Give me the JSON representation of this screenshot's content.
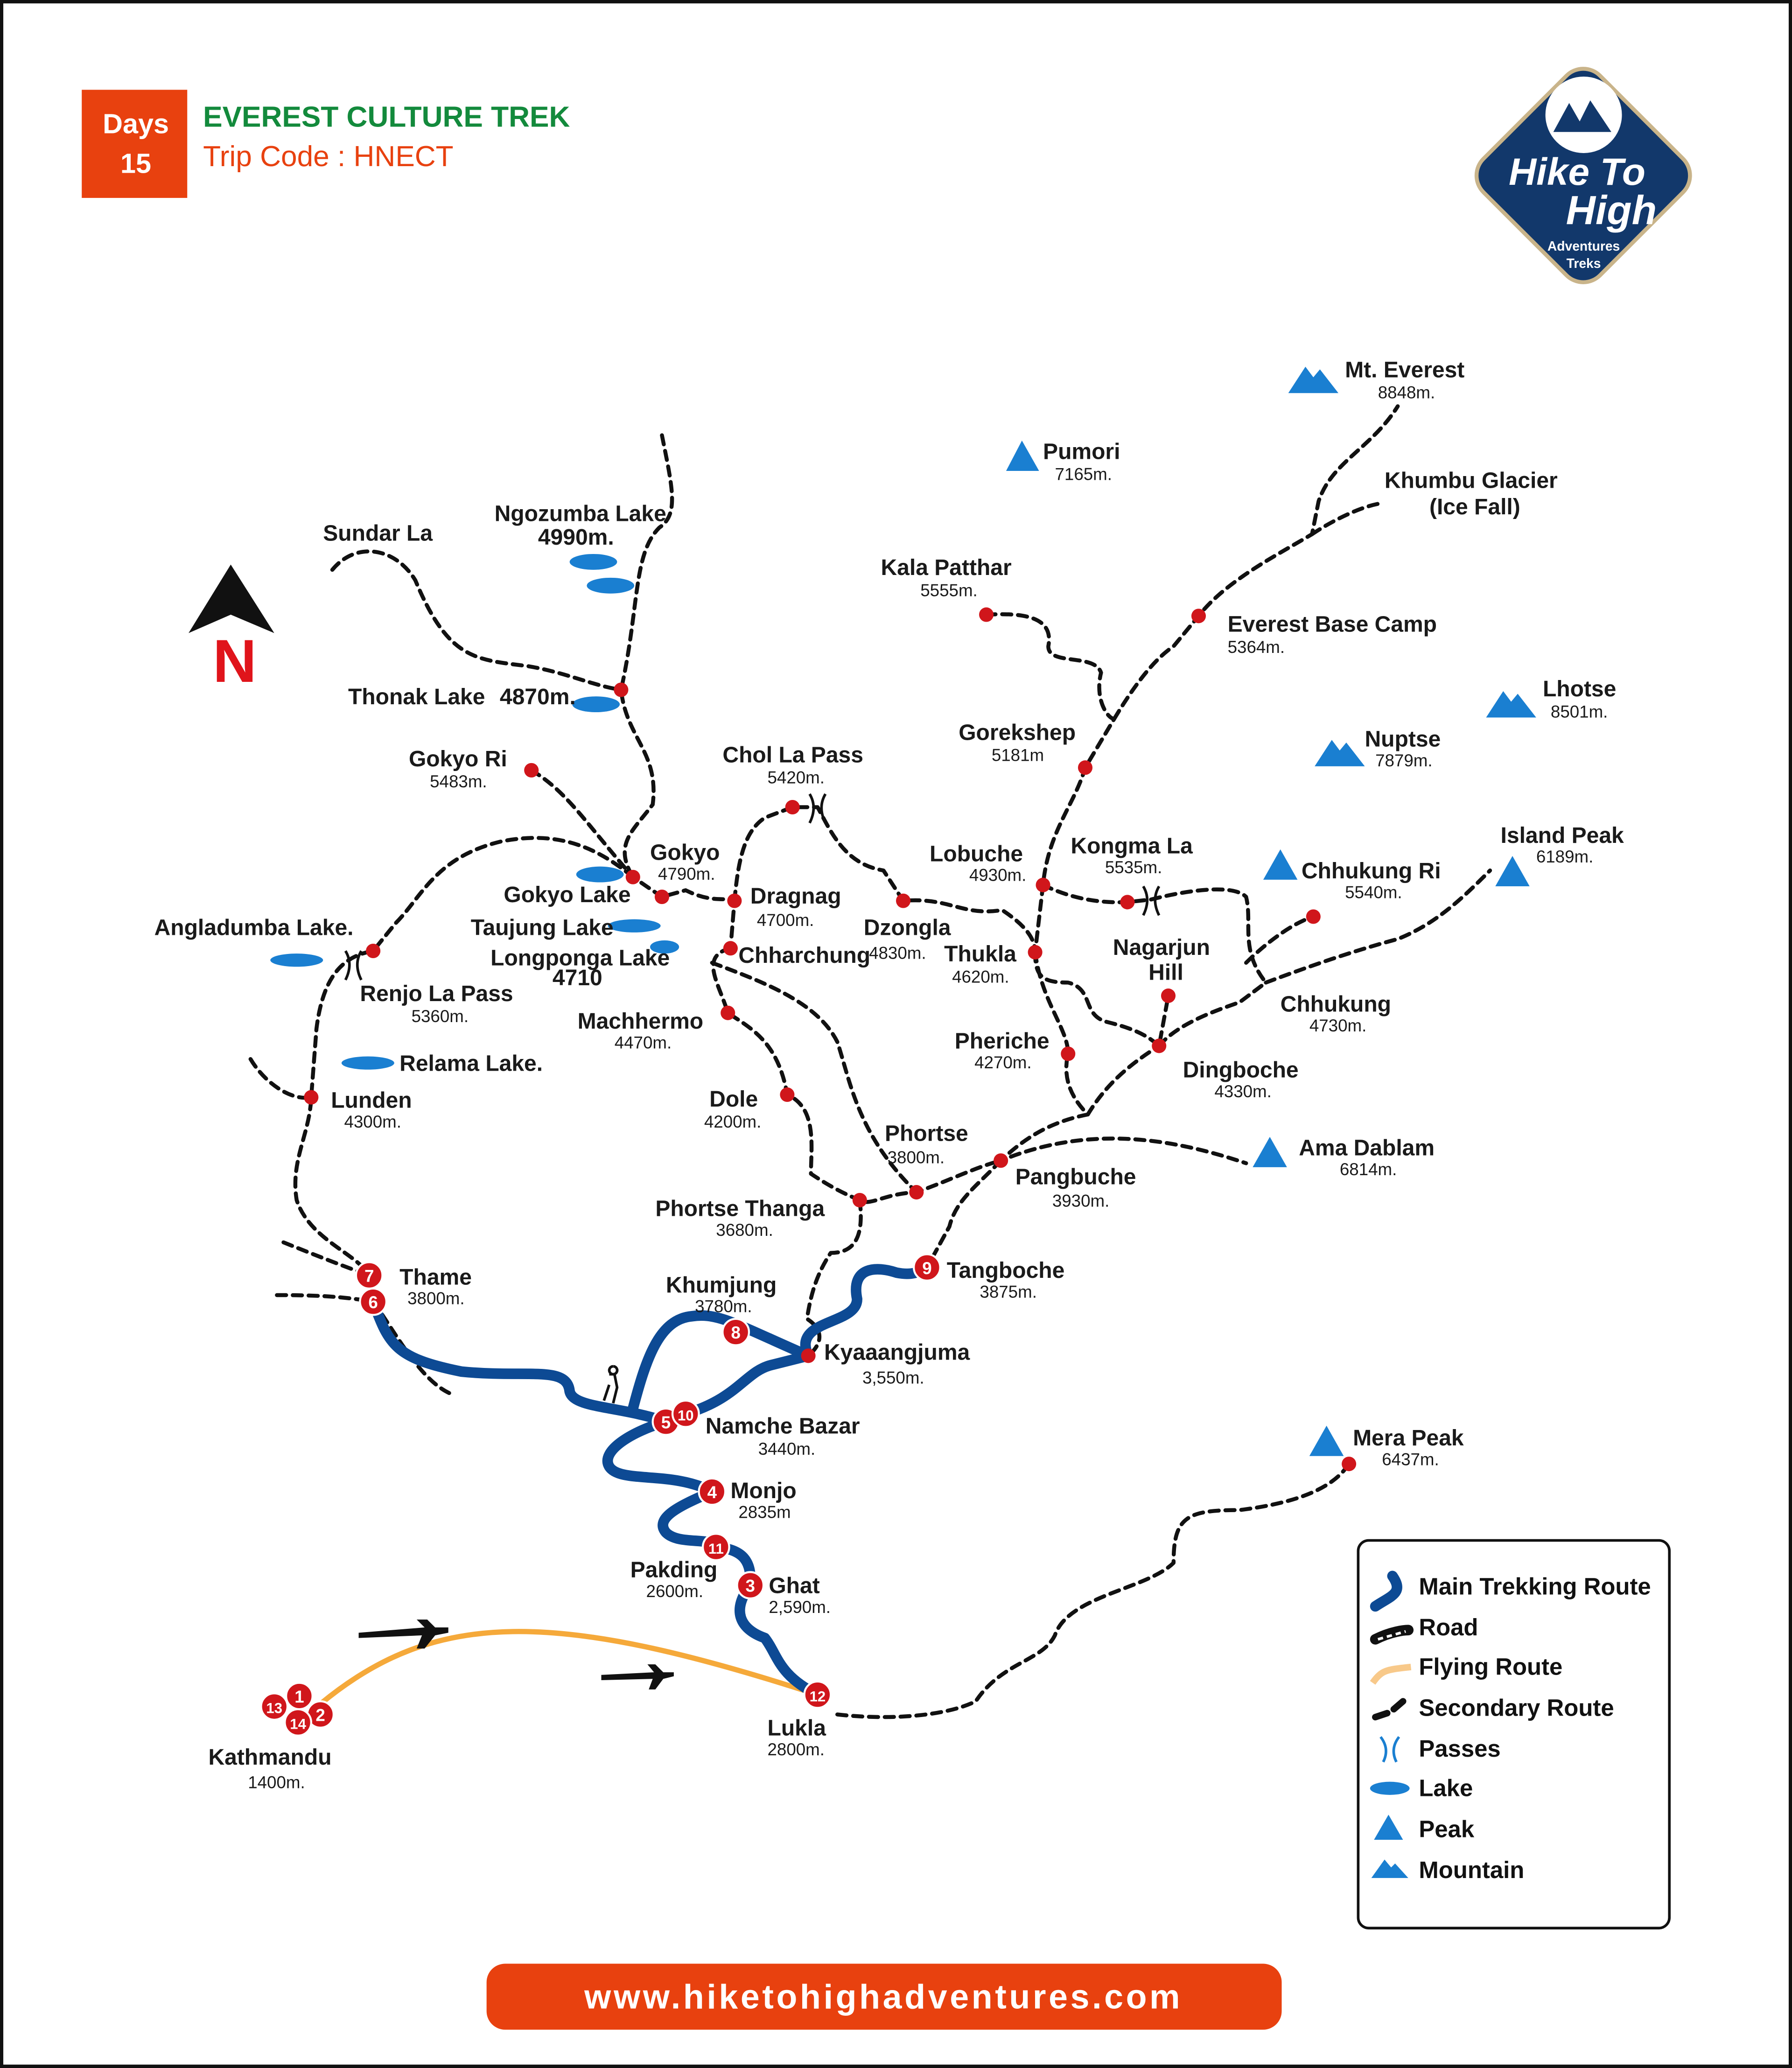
{
  "header": {
    "days_label": "Days",
    "days_value": "15",
    "title": "EVEREST CULTURE TREK",
    "trip_code": "Trip Code : HNECT"
  },
  "logo": {
    "line1": "Hike To",
    "line2": "High",
    "line3": "Adventures",
    "line4": "Treks"
  },
  "north": "N",
  "places": {
    "everest": {
      "name": "Mt. Everest",
      "elev": "8848m."
    },
    "pumori": {
      "name": "Pumori",
      "elev": "7165m."
    },
    "khumbu": {
      "name": "Khumbu Glacier",
      "sub": "(Ice Fall)"
    },
    "kala": {
      "name": "Kala Patthar",
      "elev": "5555m."
    },
    "ebc": {
      "name": "Everest Base Camp",
      "elev": "5364m."
    },
    "lhotse": {
      "name": "Lhotse",
      "elev": "8501m."
    },
    "nuptse": {
      "name": "Nuptse",
      "elev": "7879m."
    },
    "gorekshep": {
      "name": "Gorekshep",
      "elev": "5181m"
    },
    "sundar": {
      "name": "Sundar La"
    },
    "ngozumba": {
      "name": "Ngozumba Lake",
      "elev": "4990m."
    },
    "thonak": {
      "name": "Thonak Lake",
      "elev": "4870m."
    },
    "gokyori": {
      "name": "Gokyo Ri",
      "elev": "5483m."
    },
    "chola": {
      "name": "Chol La Pass",
      "elev": "5420m."
    },
    "gokyo": {
      "name": "Gokyo",
      "elev": "4790m."
    },
    "gokyolake": {
      "name": "Gokyo Lake"
    },
    "dragnag": {
      "name": "Dragnag",
      "elev": "4700m."
    },
    "taujung": {
      "name": "Taujung Lake"
    },
    "longponga": {
      "name": "Longponga Lake",
      "elev": "4710"
    },
    "chharchung": {
      "name": "Chharchung"
    },
    "dzongla": {
      "name": "Dzongla",
      "elev": "4830m."
    },
    "lobuche": {
      "name": "Lobuche",
      "elev": "4930m."
    },
    "kongma": {
      "name": "Kongma La",
      "elev": "5535m."
    },
    "chhukungri": {
      "name": "Chhukung Ri",
      "elev": "5540m."
    },
    "island": {
      "name": "Island Peak",
      "elev": "6189m."
    },
    "thukla": {
      "name": "Thukla",
      "elev": "4620m."
    },
    "nagarjun": {
      "name": "Nagarjun",
      "sub": "Hill"
    },
    "chhukung": {
      "name": "Chhukung",
      "elev": "4730m."
    },
    "angladumba": {
      "name": "Angladumba Lake."
    },
    "renjo": {
      "name": "Renjo La Pass",
      "elev": "5360m."
    },
    "machhermo": {
      "name": "Machhermo",
      "elev": "4470m."
    },
    "relama": {
      "name": "Relama Lake."
    },
    "pheriche": {
      "name": "Pheriche",
      "elev": "4270m."
    },
    "dingboche": {
      "name": "Dingboche",
      "elev": "4330m."
    },
    "lunden": {
      "name": "Lunden",
      "elev": "4300m."
    },
    "dole": {
      "name": "Dole",
      "elev": "4200m."
    },
    "phortse": {
      "name": "Phortse",
      "elev": "3800m."
    },
    "amadablam": {
      "name": "Ama Dablam",
      "elev": "6814m."
    },
    "pangbuche": {
      "name": "Pangbuche",
      "elev": "3930m."
    },
    "phortsethanga": {
      "name": "Phortse Thanga",
      "elev": "3680m."
    },
    "thame": {
      "name": "Thame",
      "elev": "3800m."
    },
    "khumjung": {
      "name": "Khumjung",
      "elev": "3780m."
    },
    "tangboche": {
      "name": "Tangboche",
      "elev": "3875m."
    },
    "kyaaangjuma": {
      "name": "Kyaaangjuma",
      "elev": "3,550m."
    },
    "namche": {
      "name": "Namche Bazar",
      "elev": "3440m."
    },
    "mera": {
      "name": "Mera Peak",
      "elev": "6437m."
    },
    "monjo": {
      "name": "Monjo",
      "elev": "2835m"
    },
    "pakding": {
      "name": "Pakding",
      "elev": "2600m."
    },
    "ghat": {
      "name": "Ghat",
      "elev": "2,590m."
    },
    "lukla": {
      "name": "Lukla",
      "elev": "2800m."
    },
    "kathmandu": {
      "name": "Kathmandu",
      "elev": "1400m."
    }
  },
  "day_markers": [
    "1",
    "2",
    "3",
    "4",
    "5",
    "6",
    "7",
    "8",
    "9",
    "10",
    "11",
    "12",
    "13",
    "14"
  ],
  "legend": {
    "items": [
      {
        "label": "Main Trekking Route",
        "icon": "main-route-icon"
      },
      {
        "label": "Road",
        "icon": "road-icon"
      },
      {
        "label": "Flying Route",
        "icon": "flying-route-icon"
      },
      {
        "label": "Secondary Route",
        "icon": "secondary-route-icon"
      },
      {
        "label": "Passes",
        "icon": "pass-icon"
      },
      {
        "label": "Lake",
        "icon": "lake-icon"
      },
      {
        "label": "Peak",
        "icon": "peak-icon"
      },
      {
        "label": "Mountain",
        "icon": "mountain-icon"
      }
    ]
  },
  "footer": {
    "url": "www.hiketohighadventures.com"
  },
  "colors": {
    "accent_orange": "#e8410f",
    "title_green": "#138a3c",
    "route_blue": "#0d4a94",
    "peak_blue": "#1a7fd1",
    "flight": "#f5a93a",
    "marker_red": "#d0161b",
    "logo_navy": "#12386b"
  }
}
